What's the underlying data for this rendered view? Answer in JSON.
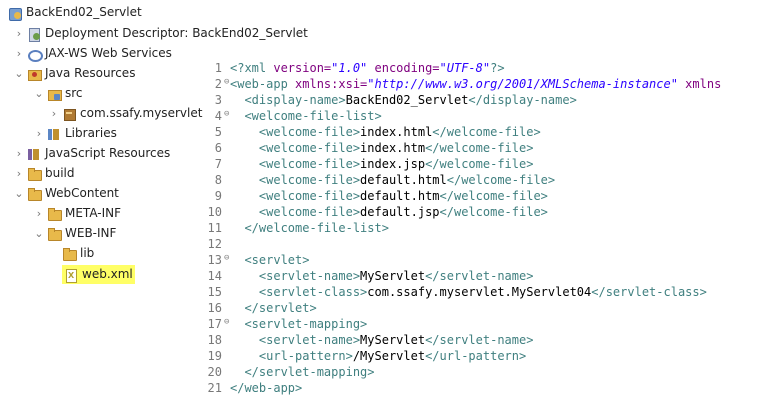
{
  "project_explorer": {
    "items": [
      {
        "label": "BackEnd02_Servlet",
        "icon": "project-icon",
        "twisty": ""
      },
      {
        "label": "Deployment Descriptor: BackEnd02_Servlet",
        "icon": "deployment-descriptor-icon",
        "twisty": ">"
      },
      {
        "label": "JAX-WS Web Services",
        "icon": "web-services-icon",
        "twisty": ">"
      },
      {
        "label": "Java Resources",
        "icon": "java-resources-icon",
        "twisty": "v"
      },
      {
        "label": "src",
        "icon": "source-folder-icon",
        "twisty": "v"
      },
      {
        "label": "com.ssafy.myservlet",
        "icon": "package-icon",
        "twisty": ">"
      },
      {
        "label": "Libraries",
        "icon": "libraries-icon",
        "twisty": ">"
      },
      {
        "label": "JavaScript Resources",
        "icon": "javascript-libraries-icon",
        "twisty": ">"
      },
      {
        "label": "build",
        "icon": "folder-icon",
        "twisty": ">"
      },
      {
        "label": "WebContent",
        "icon": "folder-icon",
        "twisty": "v"
      },
      {
        "label": "META-INF",
        "icon": "folder-icon",
        "twisty": ">"
      },
      {
        "label": "WEB-INF",
        "icon": "folder-icon",
        "twisty": "v"
      },
      {
        "label": "lib",
        "icon": "folder-icon",
        "twisty": ""
      },
      {
        "label": "web.xml",
        "icon": "xml-file-icon",
        "twisty": "",
        "highlight_color": "#ffff66"
      }
    ]
  },
  "editor": {
    "lines": [
      {
        "num": "1",
        "parts": [
          "<?xml ",
          "version=",
          "\"1.0\"",
          " encoding=",
          "\"UTF-8\"",
          "?>"
        ]
      },
      {
        "num": "2",
        "parts": [
          "<web-app ",
          "xmlns:xsi=",
          "\"http://www.w3.org/2001/XMLSchema-instance\"",
          " xmlns"
        ]
      },
      {
        "num": "3",
        "parts": [
          "  <display-name>",
          "BackEnd02_Servlet",
          "</display-name>"
        ]
      },
      {
        "num": "4",
        "parts": [
          "  <welcome-file-list>"
        ]
      },
      {
        "num": "5",
        "parts": [
          "    <welcome-file>",
          "index.html",
          "</welcome-file>"
        ]
      },
      {
        "num": "6",
        "parts": [
          "    <welcome-file>",
          "index.htm",
          "</welcome-file>"
        ]
      },
      {
        "num": "7",
        "parts": [
          "    <welcome-file>",
          "index.jsp",
          "</welcome-file>"
        ]
      },
      {
        "num": "8",
        "parts": [
          "    <welcome-file>",
          "default.html",
          "</welcome-file>"
        ]
      },
      {
        "num": "9",
        "parts": [
          "    <welcome-file>",
          "default.htm",
          "</welcome-file>"
        ]
      },
      {
        "num": "10",
        "parts": [
          "    <welcome-file>",
          "default.jsp",
          "</welcome-file>"
        ]
      },
      {
        "num": "11",
        "parts": [
          "  </welcome-file-list>"
        ]
      },
      {
        "num": "12",
        "parts": [
          ""
        ]
      },
      {
        "num": "13",
        "parts": [
          "  <servlet>"
        ]
      },
      {
        "num": "14",
        "parts": [
          "    <servlet-name>",
          "MyServlet",
          "</servlet-name>"
        ]
      },
      {
        "num": "15",
        "parts": [
          "    <servlet-class>",
          "com.ssafy.myservlet.MyServlet04",
          "</servlet-class>"
        ]
      },
      {
        "num": "16",
        "parts": [
          "  </servlet>"
        ]
      },
      {
        "num": "17",
        "parts": [
          "  <servlet-mapping>"
        ]
      },
      {
        "num": "18",
        "parts": [
          "    <servlet-name>",
          "MyServlet",
          "</servlet-name>"
        ]
      },
      {
        "num": "19",
        "parts": [
          "    <url-pattern>",
          "/MyServlet",
          "</url-pattern>"
        ]
      },
      {
        "num": "20",
        "parts": [
          "  </servlet-mapping>"
        ]
      },
      {
        "num": "21",
        "parts": [
          "</web-app>"
        ]
      }
    ]
  },
  "colors": {
    "tag": "#3f7f7f",
    "attribute": "#7f007f",
    "attribute_value": "#2a00ff",
    "line_number": "#787878",
    "highlight": "#ffff66"
  }
}
